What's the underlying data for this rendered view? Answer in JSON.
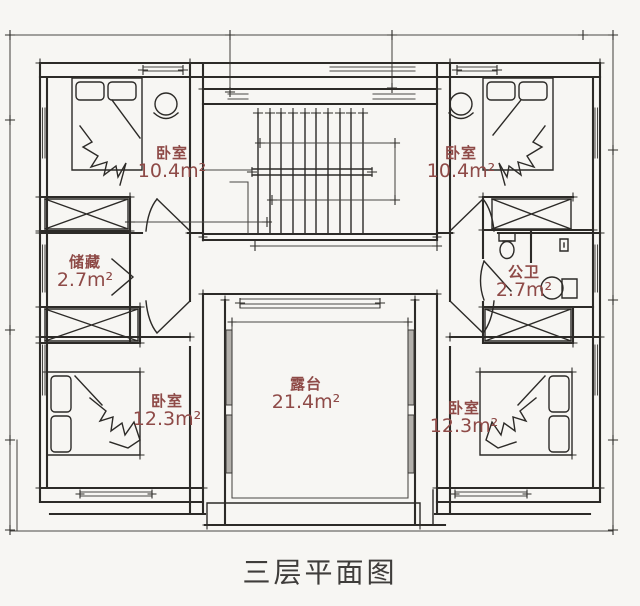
{
  "caption": "三层平面图",
  "rooms": {
    "bedroom_top_left": {
      "name": "卧室",
      "area": "10.4m²"
    },
    "bedroom_top_right": {
      "name": "卧室",
      "area": "10.4m²"
    },
    "storage": {
      "name": "储藏",
      "area": "2.7m²"
    },
    "bathroom": {
      "name": "公卫",
      "area": "2.7m²"
    },
    "bedroom_bottom_left": {
      "name": "卧室",
      "area": "12.3m²"
    },
    "bedroom_bottom_right": {
      "name": "卧室",
      "area": "12.3m²"
    },
    "terrace": {
      "name": "露台",
      "area": "21.4m²"
    }
  },
  "colors": {
    "room-label": "#8e4a47",
    "caption": "#3f3d3b",
    "line": "#2c2a27",
    "background": "#f7f6f3"
  }
}
